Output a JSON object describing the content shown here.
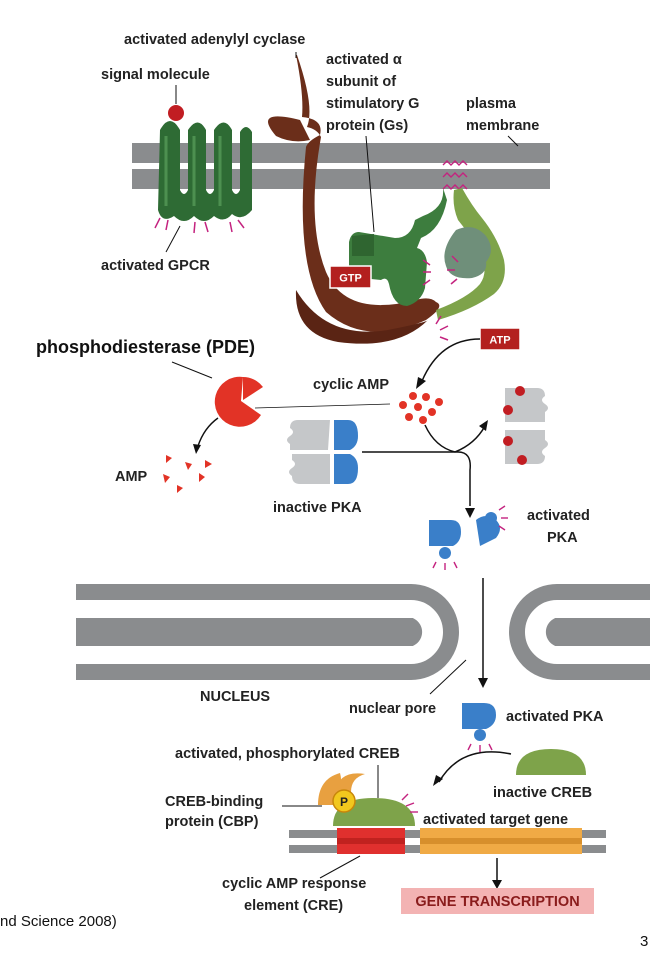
{
  "labels": {
    "adenylyl_cyclase": "activated adenylyl cyclase",
    "signal_molecule": "signal molecule",
    "alpha_line1": "activated α",
    "alpha_line2": "subunit of",
    "alpha_line3": "stimulatory G",
    "alpha_line4": "protein (Gs)",
    "membrane_line1": "plasma",
    "membrane_line2": "membrane",
    "gpcr": "activated GPCR",
    "gtp": "GTP",
    "atp": "ATP",
    "pde": "phosphodiesterase (PDE)",
    "cyclic_amp": "cyclic AMP",
    "amp": "AMP",
    "inactive_pka": "inactive PKA",
    "activated_pka_line1": "activated",
    "activated_pka_line2": "PKA",
    "nucleus": "NUCLEUS",
    "nuclear_pore": "nuclear pore",
    "activated_pka_nuc": "activated PKA",
    "creb_active": "activated, phosphorylated CREB",
    "cbp_line1": "CREB-binding",
    "cbp_line2": "protein (CBP)",
    "p_marker": "P",
    "inactive_creb": "inactive CREB",
    "target_gene": "activated target gene",
    "cre_line1": "cyclic AMP response",
    "cre_line2": "element (CRE)",
    "gene_transcription": "GENE TRANSCRIPTION",
    "citation": "nd Science 2008)",
    "page_fragment": "3"
  },
  "colors": {
    "membrane": "#8a8c8e",
    "gpcr_green": "#2e6b34",
    "gs_green": "#3d7d3e",
    "cyclase_brown": "#6b2e1a",
    "badge_red": "#b3201f",
    "pde_red": "#e23326",
    "pka_blue": "#3a7fc9",
    "pka_grey": "#c5c7c9",
    "creb_green": "#7ea34a",
    "cbp_orange": "#e8a040",
    "dna_grey": "#8a8c8e",
    "cre_red": "#e0302e",
    "gene_orange": "#f0aa45",
    "transcription_bg": "#f3b3b3",
    "activation_marks": "#c4237f"
  }
}
